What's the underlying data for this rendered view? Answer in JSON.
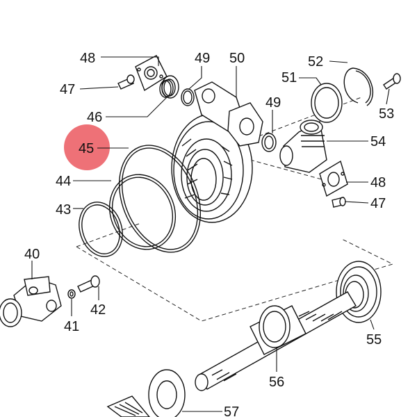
{
  "highlight": {
    "part": "45",
    "color": "#e8414a"
  },
  "parts": [
    {
      "id": "p48a",
      "label": "48"
    },
    {
      "id": "p49a",
      "label": "49"
    },
    {
      "id": "p50",
      "label": "50"
    },
    {
      "id": "p52",
      "label": "52"
    },
    {
      "id": "p47a",
      "label": "47"
    },
    {
      "id": "p51",
      "label": "51"
    },
    {
      "id": "p46",
      "label": "46"
    },
    {
      "id": "p49b",
      "label": "49"
    },
    {
      "id": "p53",
      "label": "53"
    },
    {
      "id": "p45",
      "label": "45"
    },
    {
      "id": "p54",
      "label": "54"
    },
    {
      "id": "p44",
      "label": "44"
    },
    {
      "id": "p48b",
      "label": "48"
    },
    {
      "id": "p47b",
      "label": "47"
    },
    {
      "id": "p43",
      "label": "43"
    },
    {
      "id": "p40",
      "label": "40"
    },
    {
      "id": "p42",
      "label": "42"
    },
    {
      "id": "p41",
      "label": "41"
    },
    {
      "id": "p55",
      "label": "55"
    },
    {
      "id": "p56",
      "label": "56"
    },
    {
      "id": "p57",
      "label": "57"
    }
  ]
}
